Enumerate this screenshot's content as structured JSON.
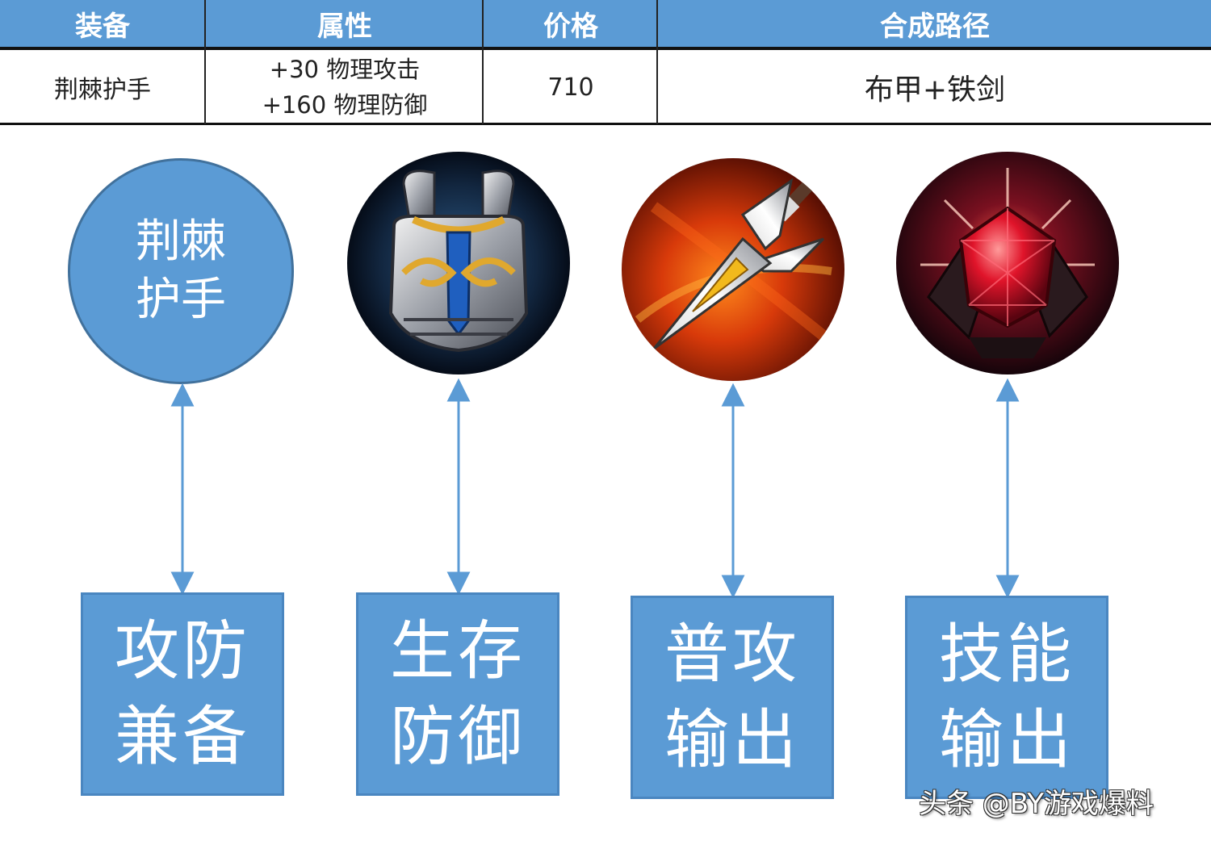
{
  "table": {
    "headers": [
      "装备",
      "属性",
      "价格",
      "合成路径"
    ],
    "row": {
      "item": "荆棘护手",
      "attr_line1": "+30 物理攻击",
      "attr_line2": "+160 物理防御",
      "price": "710",
      "recipe": "布甲+铁剑"
    }
  },
  "circles": [
    {
      "line1": "荆棘",
      "line2": "护手",
      "icon": "text-circle"
    },
    {
      "icon": "armor-chestplate-icon"
    },
    {
      "icon": "iron-sword-spear-icon"
    },
    {
      "icon": "red-gem-icon"
    }
  ],
  "boxes": [
    {
      "line1": "攻防",
      "line2": "兼备"
    },
    {
      "line1": "生存",
      "line2": "防御"
    },
    {
      "line1": "普攻",
      "line2": "输出"
    },
    {
      "line1": "技能",
      "line2": "输出"
    }
  ],
  "colors": {
    "accent_blue": "#5b9bd5",
    "border_blue": "#41719c",
    "arrow_blue": "#5b9bd5"
  },
  "watermark": "头条 @BY游戏爆料"
}
